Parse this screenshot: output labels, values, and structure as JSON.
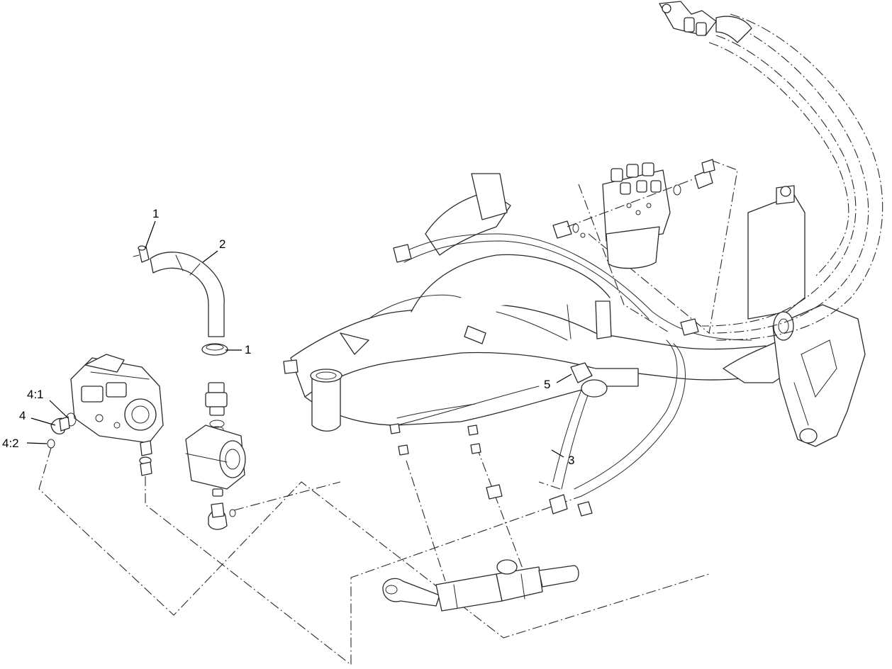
{
  "callouts": {
    "c1a": "1",
    "c2": "2",
    "c1b": "1",
    "c5": "5",
    "c41": "4:1",
    "c4": "4",
    "c42": "4:2",
    "c3": "3"
  }
}
